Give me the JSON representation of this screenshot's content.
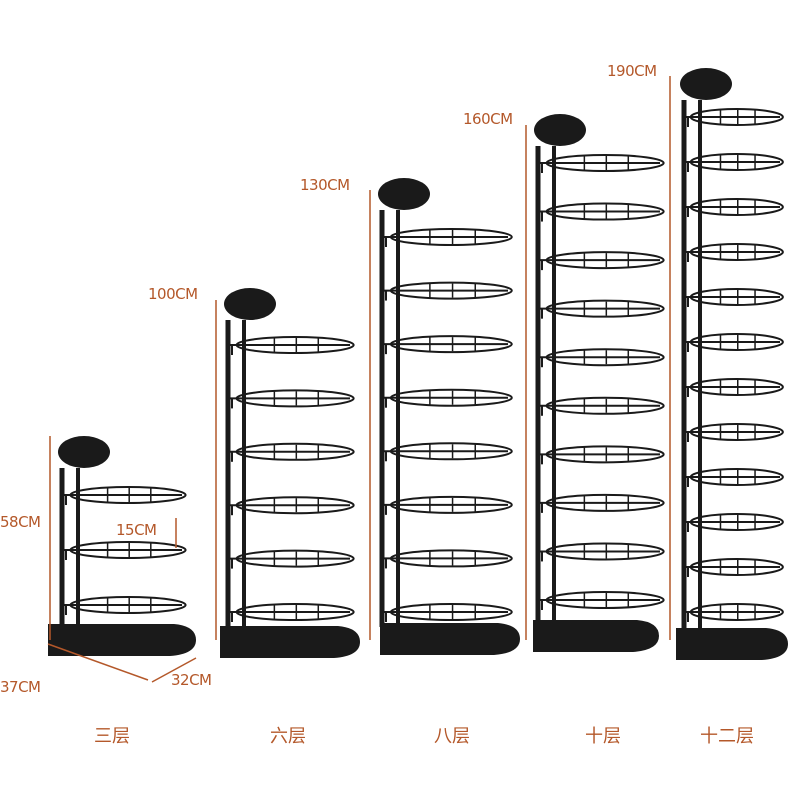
{
  "dimensions": {
    "height_3": "58CM",
    "height_6": "100CM",
    "height_8": "130CM",
    "height_10": "160CM",
    "height_12": "190CM",
    "spacing": "15CM",
    "depth": "37CM",
    "width": "32CM"
  },
  "racks": [
    {
      "tiers": 3,
      "label": "三层"
    },
    {
      "tiers": 6,
      "label": "六层"
    },
    {
      "tiers": 8,
      "label": "八层"
    },
    {
      "tiers": 10,
      "label": "十层"
    },
    {
      "tiers": 12,
      "label": "十二层"
    }
  ],
  "colors": {
    "annotation": "#b4582a",
    "rack": "#1a1a1a",
    "background": "#ffffff"
  }
}
